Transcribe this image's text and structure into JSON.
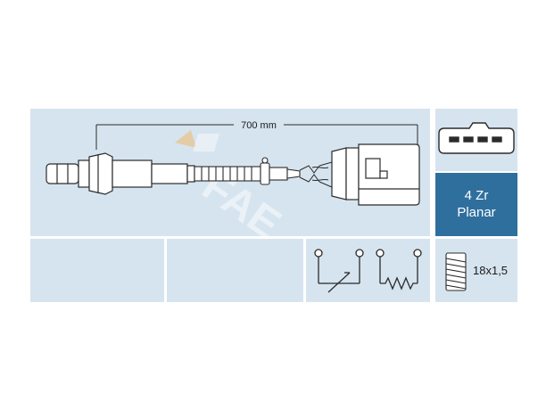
{
  "sensor": {
    "cable_length": "700 mm",
    "element_type_line1": "4 Zr",
    "element_type_line2": "Planar",
    "thread_size": "18x1,5",
    "watermark": "FAE"
  },
  "icons": {
    "connector": "four-pin-connector-icon",
    "circuit": "heated-sensor-circuit-icon",
    "thread": "threaded-bolt-icon"
  },
  "colors": {
    "panel": "#d6e4ef",
    "accent": "#2f6f9e",
    "line": "#2b2b2b"
  }
}
